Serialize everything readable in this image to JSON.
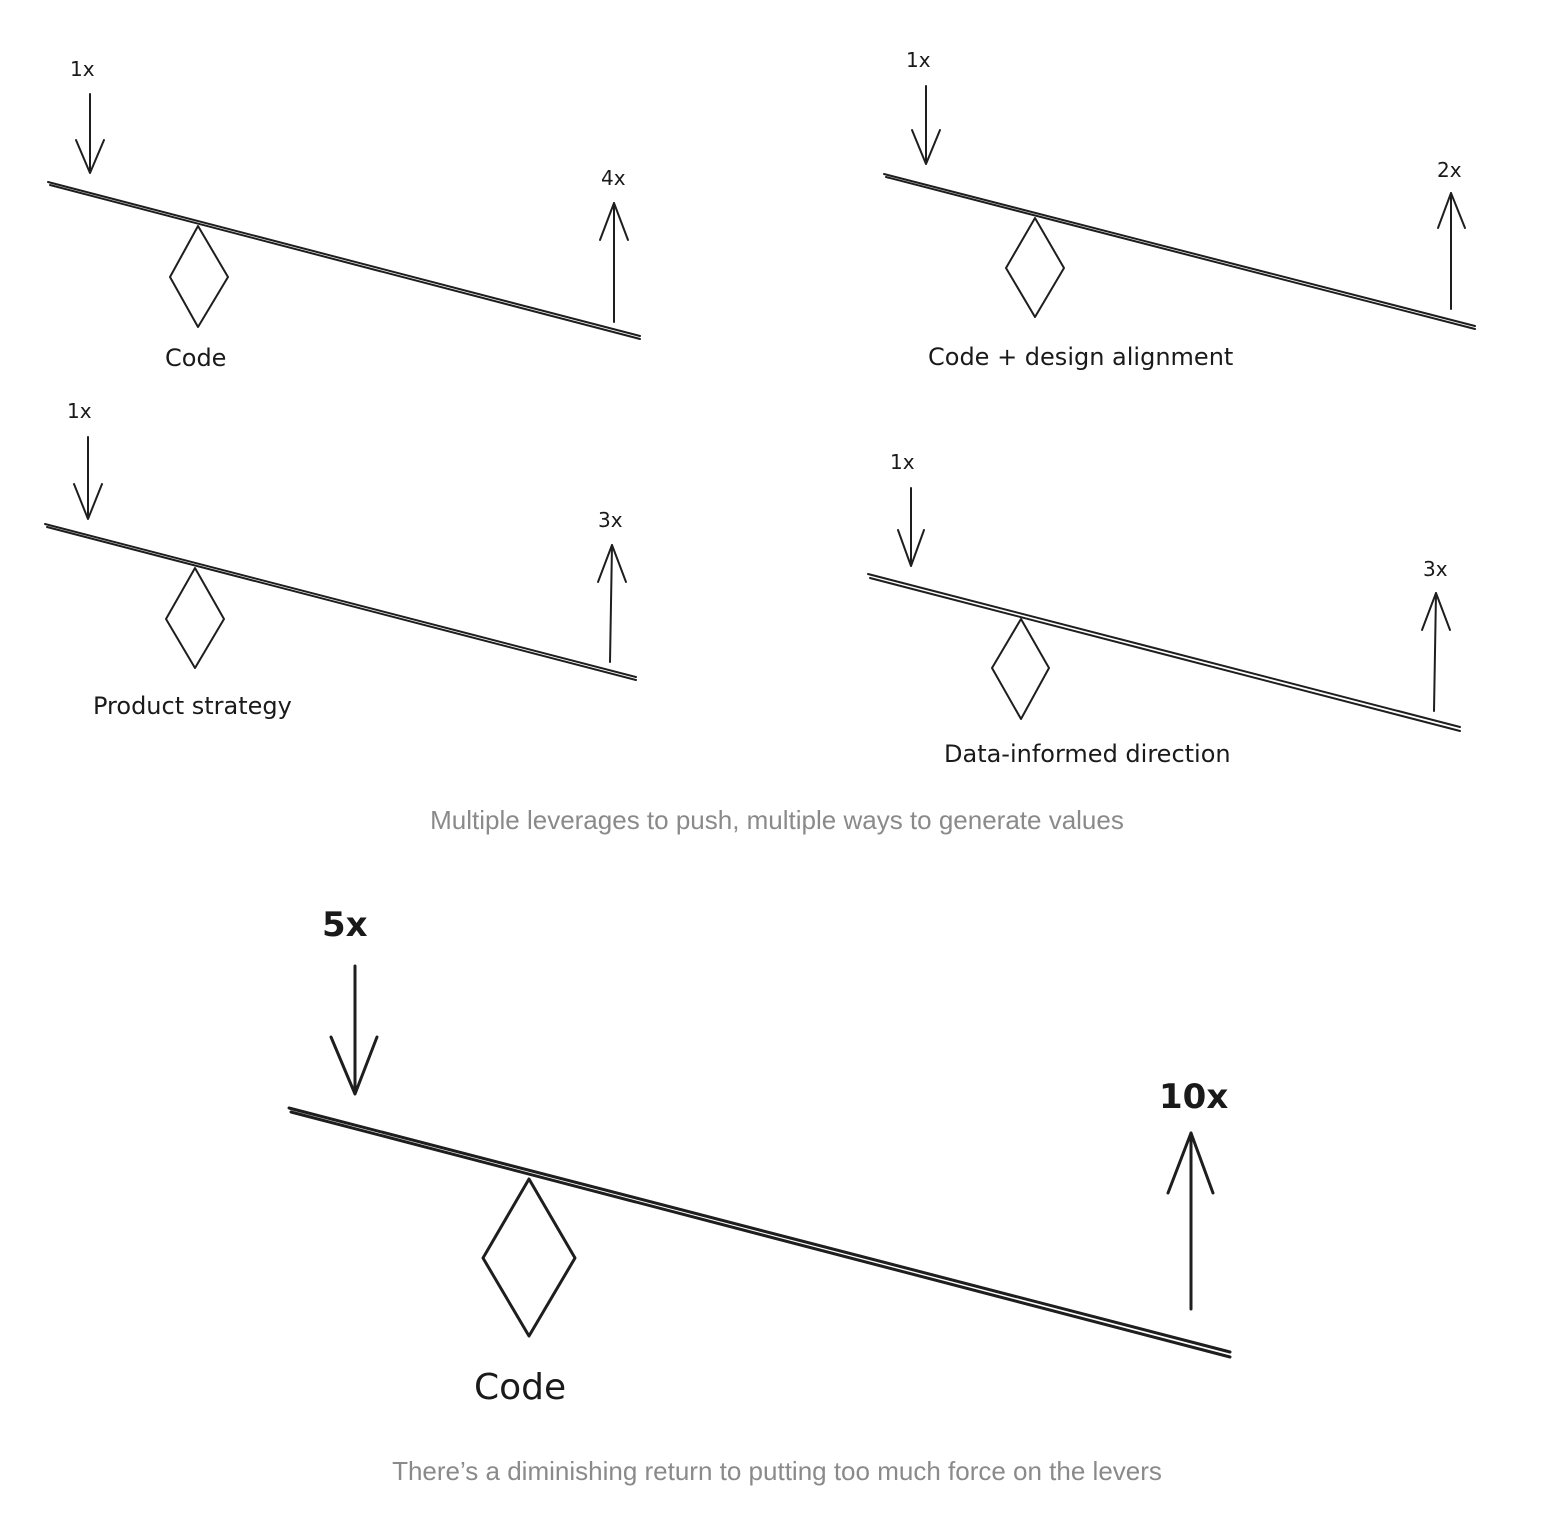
{
  "figures": {
    "code": {
      "input": "1x",
      "output": "4x",
      "label": "Code"
    },
    "code_design": {
      "input": "1x",
      "output": "2x",
      "label": "Code + design alignment"
    },
    "product_strategy": {
      "input": "1x",
      "output": "3x",
      "label": "Product strategy"
    },
    "data_informed": {
      "input": "1x",
      "output": "3x",
      "label": "Data-informed direction"
    },
    "big_code": {
      "input": "5x",
      "output": "10x",
      "label": "Code"
    }
  },
  "captions": {
    "top": "Multiple leverages to push, multiple ways to generate values",
    "bottom": "There’s a diminishing return to putting too much force on the levers"
  }
}
